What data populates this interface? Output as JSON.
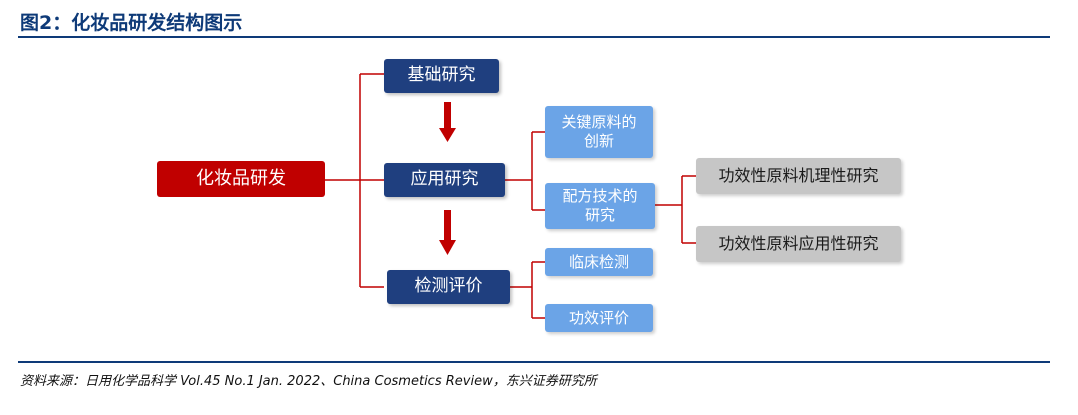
{
  "header": {
    "title": "图2：化妆品研发结构图示"
  },
  "diagram": {
    "root": "化妆品研发",
    "stages": {
      "basic": "基础研究",
      "applied": "应用研究",
      "testing": "检测评价"
    },
    "applied_children": {
      "key_materials": "关键原料的\n创新",
      "formula_tech": "配方技术的\n研究"
    },
    "formula_children": {
      "mechanism": "功效性原料机理性研究",
      "application": "功效性原料应用性研究"
    },
    "testing_children": {
      "clinical": "临床检测",
      "efficacy": "功效评价"
    },
    "colors": {
      "root": "#c00000",
      "stage": "#1f3f7f",
      "sub": "#6ba4e7",
      "leaf": "#c6c6c6",
      "connector": "#c00000",
      "arrow": "#c00000",
      "brand": "#0e3a78"
    }
  },
  "footer": {
    "source": "资料来源：日用化学品科学 Vol.45 No.1 Jan. 2022、China Cosmetics Review，东兴证券研究所"
  }
}
